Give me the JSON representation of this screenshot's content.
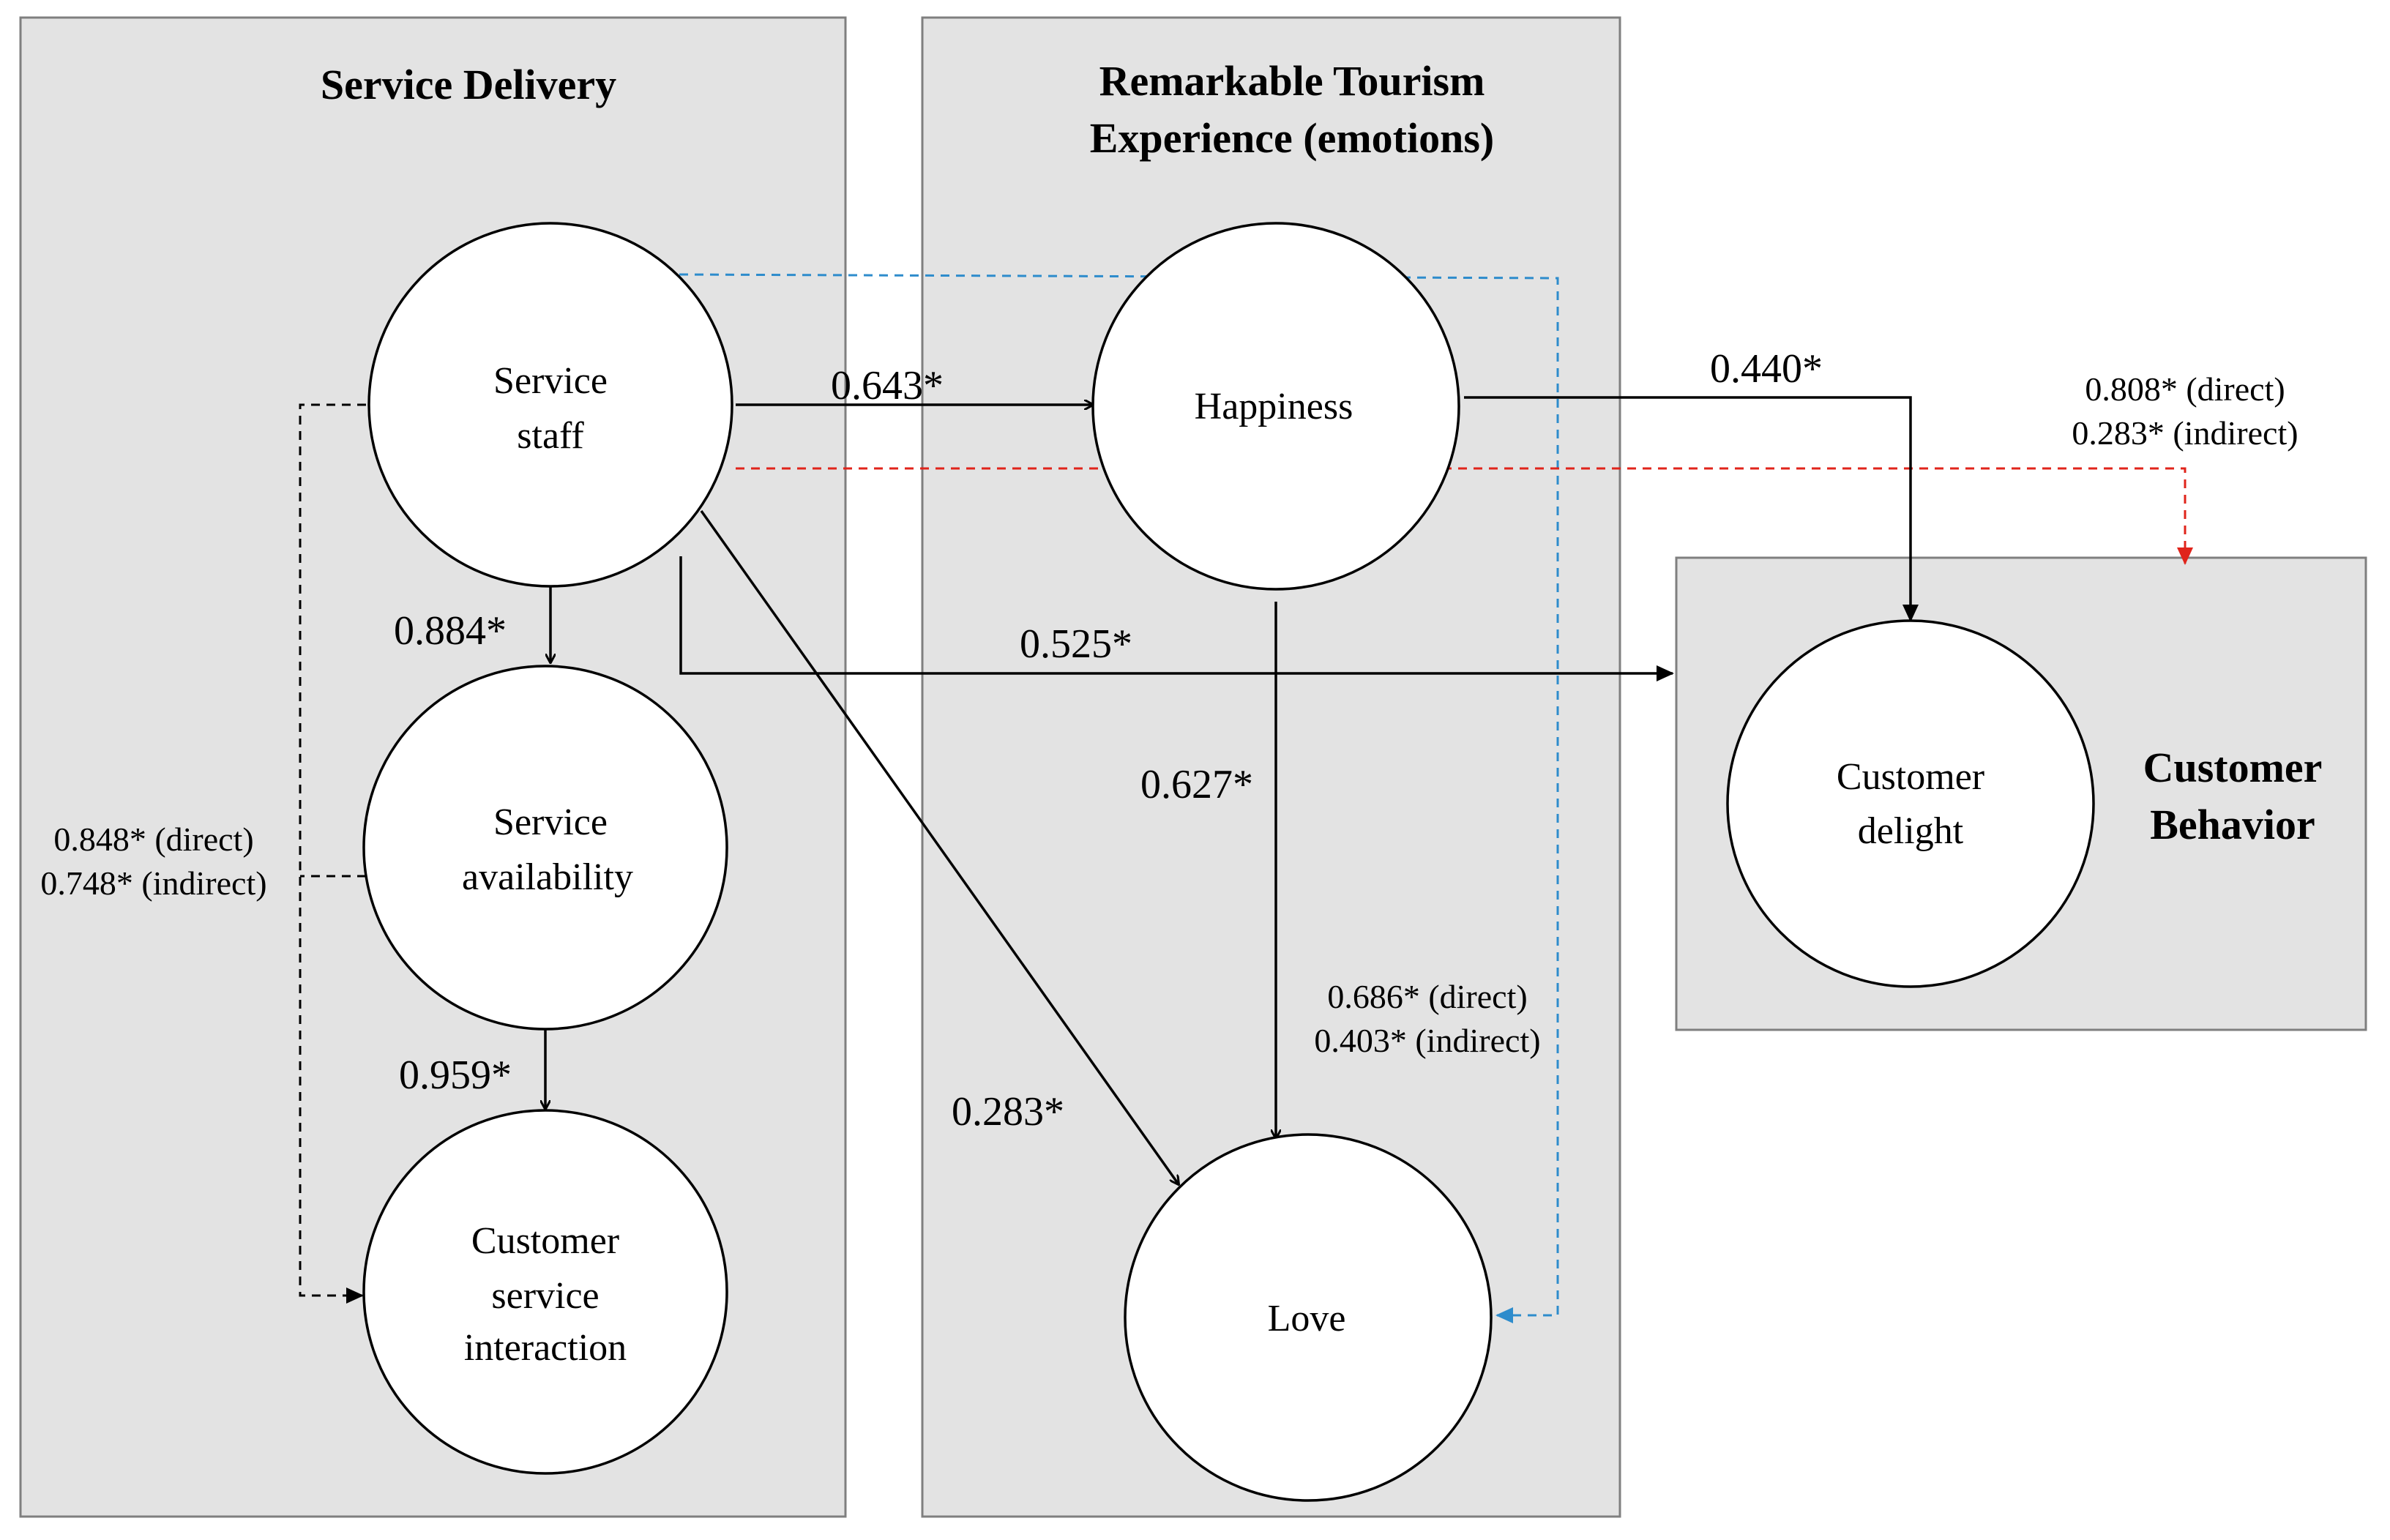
{
  "groups": {
    "service_delivery": {
      "title": "Service Delivery"
    },
    "tourism_experience": {
      "title_line1": "Remarkable Tourism",
      "title_line2": "Experience (emotions)"
    },
    "customer_behavior": {
      "title_line1": "Customer",
      "title_line2": "Behavior"
    }
  },
  "nodes": {
    "service_staff": {
      "line1": "Service",
      "line2": "staff"
    },
    "service_availability": {
      "line1": "Service",
      "line2": "availability"
    },
    "customer_service_interaction": {
      "line1": "Customer",
      "line2": "service",
      "line3": "interaction"
    },
    "happiness": {
      "label": "Happiness"
    },
    "love": {
      "label": "Love"
    },
    "customer_delight": {
      "line1": "Customer",
      "line2": "delight"
    }
  },
  "paths": {
    "staff_to_happiness": "0.643*",
    "staff_to_availability": "0.884*",
    "availability_to_interaction": "0.959*",
    "staff_to_delight": "0.525*",
    "happiness_to_delight": "0.440*",
    "happiness_to_love": "0.627*",
    "staff_to_love": "0.283*",
    "staff_interaction_mediated": {
      "direct": "0.848* (direct)",
      "indirect": "0.748* (indirect)"
    },
    "staff_delight_mediated": {
      "direct": "0.808* (direct)",
      "indirect": "0.283* (indirect)"
    },
    "staff_love_mediated": {
      "direct": "0.686* (direct)",
      "indirect": "0.403* (indirect)"
    }
  },
  "colors": {
    "panel": "#e3e3e3",
    "mediated_delight": "#e0241b",
    "mediated_love": "#2e8ccc"
  }
}
